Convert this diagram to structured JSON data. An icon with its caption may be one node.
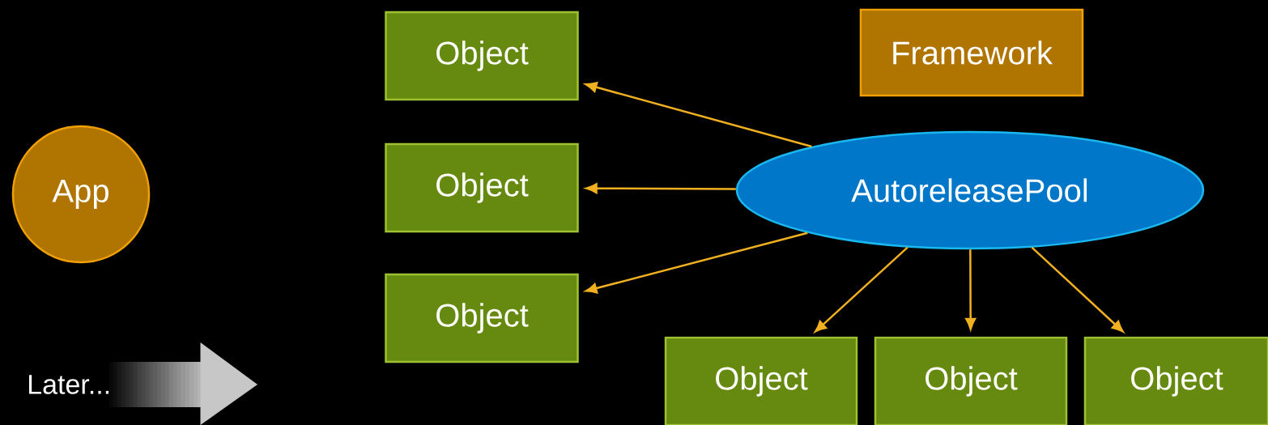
{
  "diagram": {
    "nodes": [
      {
        "text": [
          "App"
        ]
      },
      {
        "text": [
          "Framework"
        ]
      },
      {
        "text": [
          "Object"
        ]
      },
      {
        "text": [
          "Object"
        ]
      },
      {
        "text": [
          "Object"
        ]
      },
      {
        "text": [
          "AutoreleasePool"
        ]
      },
      {
        "text": [
          "Object"
        ]
      },
      {
        "text": [
          "Object"
        ]
      },
      {
        "text": [
          "Object"
        ]
      }
    ],
    "edges": [
      {
        "from": 5,
        "to": 2,
        "arrow": "to"
      },
      {
        "from": 5,
        "to": 3,
        "arrow": "to"
      },
      {
        "from": 5,
        "to": 4,
        "arrow": "to"
      },
      {
        "from": 5,
        "to": 6,
        "arrow": "to"
      },
      {
        "from": 5,
        "to": 7,
        "arrow": "to"
      },
      {
        "from": 5,
        "to": 8,
        "arrow": "to"
      }
    ],
    "labels": [
      "Later..."
    ]
  }
}
